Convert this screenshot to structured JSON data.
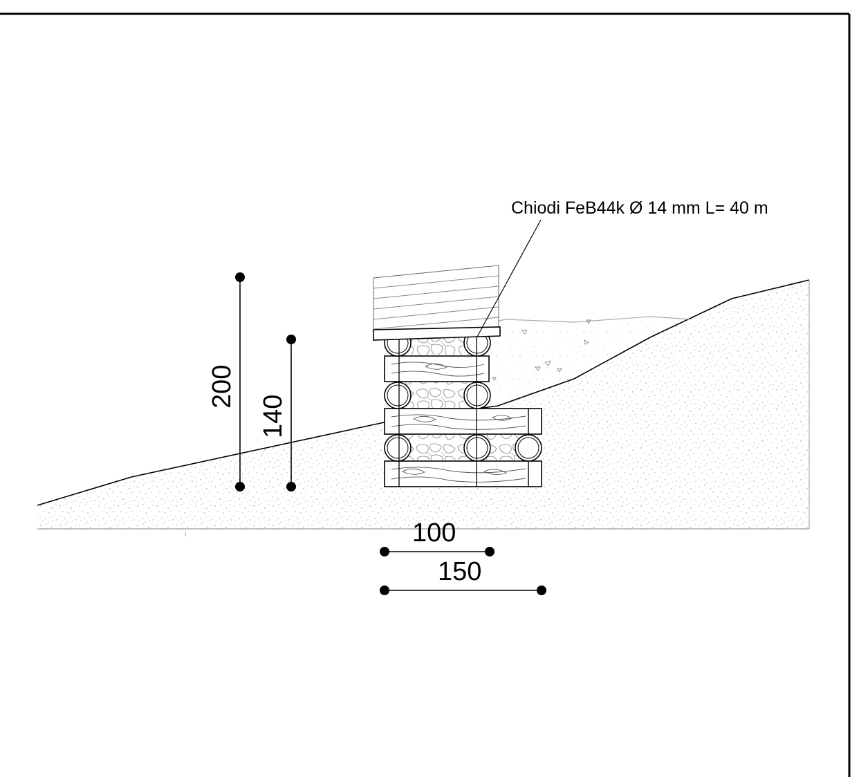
{
  "annotation": {
    "nail_label": "Chiodi FeB44k Ø 14 mm L= 40 m"
  },
  "dimensions": {
    "height_total": "200",
    "height_partial": "140",
    "width_top": "100",
    "width_base": "150"
  },
  "colors": {
    "line": "#000000",
    "soil_dots": "#8a8a8a",
    "stone": "#9a9a9a",
    "timber_grain": "#555555"
  }
}
